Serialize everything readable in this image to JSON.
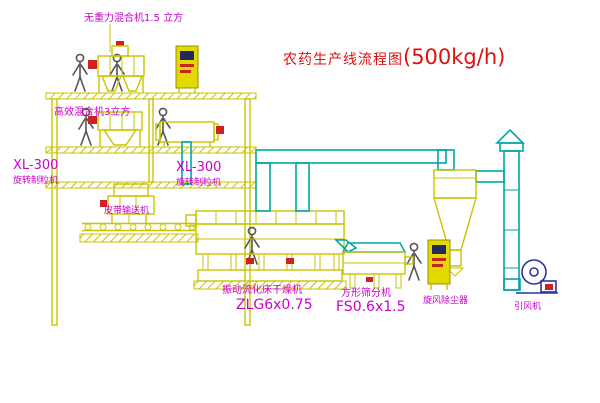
{
  "title": {
    "main": "农药生产线流程图",
    "capacity": "(500kg/h)"
  },
  "labels": {
    "top_mixer": "无重力混合机1.5 立方",
    "mixer2": "高效混合机3立方",
    "granulator_left_model": "XL-300",
    "granulator_left_name": "旋转制粒机",
    "granulator_center_model": "XL-300",
    "granulator_center_name": "旋转制粒机",
    "belt_conveyor": "皮带输送机",
    "dryer_name": "振动流化床干燥机",
    "dryer_model": "ZLG6x0.75",
    "sieve_name": "方形筛分机",
    "sieve_model": "FS0.6x1.5",
    "dust_collector": "旋风除尘器",
    "fan": "引风机"
  },
  "colors": {
    "equipment": "#c9c400",
    "pipe": "#00a7a7",
    "label": "#cc00cc",
    "title": "#dd1111",
    "figure": "#555555",
    "accent_red": "#cc2222",
    "cabinet_fill": "#e3d800",
    "screen": "#23295e",
    "fan_color": "#2a35a0"
  }
}
